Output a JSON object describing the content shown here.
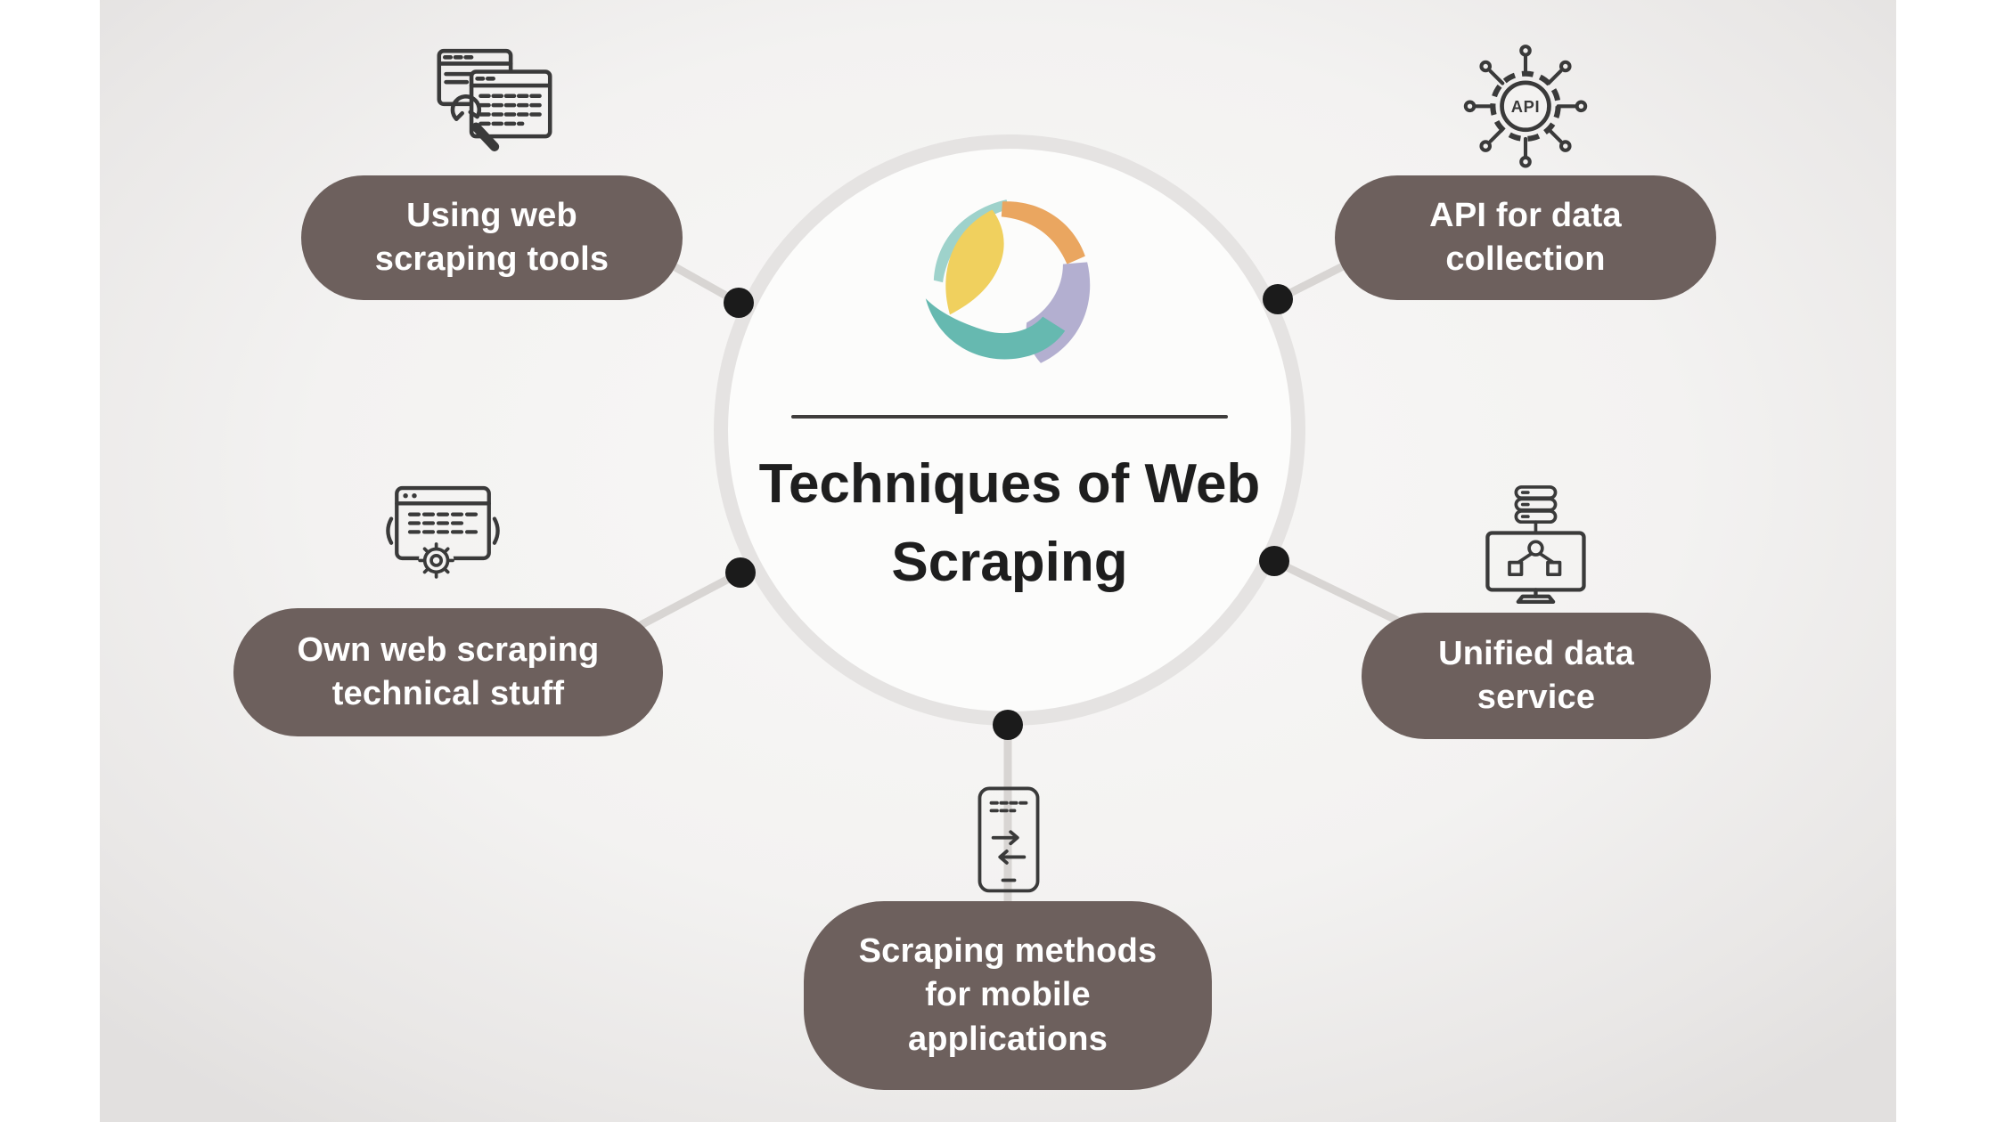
{
  "title": {
    "line1": "Techniques of Web",
    "line2": "Scraping"
  },
  "nodes": [
    {
      "id": "using-web-scraping-tools",
      "icon": "web-scraping-tools-icon",
      "lines": [
        "Using web",
        "scraping tools"
      ]
    },
    {
      "id": "api-for-data-collection",
      "icon": "api-network-icon",
      "icon_label": "API",
      "lines": [
        "API for data",
        "collection"
      ]
    },
    {
      "id": "own-web-scraping-technical-stuff",
      "icon": "browser-code-gear-icon",
      "lines": [
        "Own web scraping",
        "technical stuff"
      ]
    },
    {
      "id": "unified-data-service",
      "icon": "database-monitor-icon",
      "lines": [
        "Unified data",
        "service"
      ]
    },
    {
      "id": "scraping-methods-for-mobile-applications",
      "icon": "mobile-sync-icon",
      "lines": [
        "Scraping methods",
        "for mobile",
        "applications"
      ]
    }
  ],
  "center_logo": "tri-swirl-logo",
  "colors": {
    "pill_background": "#6d605d",
    "pill_text": "#ffffff",
    "circle_border": "#e5e3e2",
    "circle_fill": "#fcfcfb",
    "connector": "#d8d5d3",
    "dot": "#1b1b1b",
    "icon_stroke": "#3a3a3a",
    "title_text": "#1e1e1e",
    "divider": "#3f3d3c",
    "logo_yellow": "#f0d05e",
    "logo_orange": "#eaa660",
    "logo_teal": "#66b9b0",
    "logo_teal_light": "#9ed2cb",
    "logo_lavender": "#b3afd0"
  }
}
